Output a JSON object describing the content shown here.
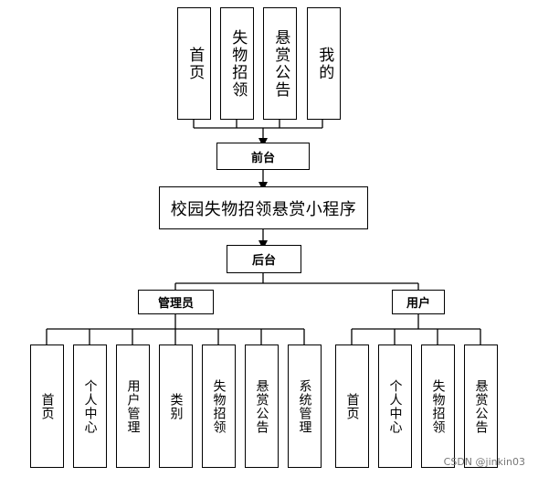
{
  "frontend_modules": [
    "首页",
    "失物招领",
    "悬赏公告",
    "我的"
  ],
  "frontend_label": "前台",
  "system_title": "校园失物招领悬赏小程序",
  "backend_label": "后台",
  "admin_label": "管理员",
  "user_label": "用户",
  "admin_modules": [
    "首页",
    "个人中心",
    "用户管理",
    "类别",
    "失物招领",
    "悬赏公告",
    "系统管理"
  ],
  "user_modules": [
    "首页",
    "个人中心",
    "失物招领",
    "悬赏公告"
  ],
  "watermark": "CSDN @jinkin03"
}
